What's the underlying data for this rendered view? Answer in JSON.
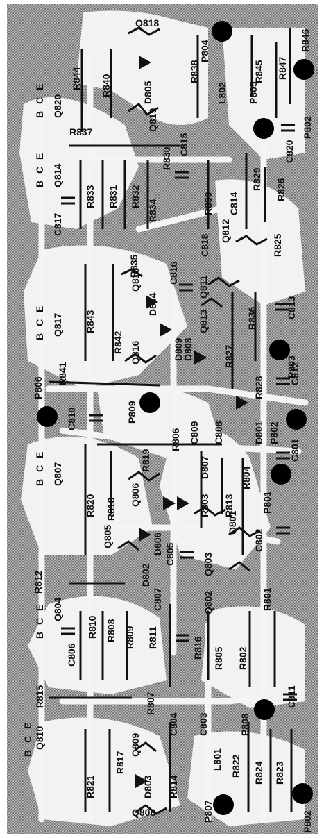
{
  "colors": {
    "board": "#a9a9a9",
    "copper": "#f2f2f2",
    "ink": "#111111"
  },
  "pads": [
    "P804",
    "P805",
    "P802",
    "P803",
    "P801",
    "P806",
    "P809",
    "P808",
    "P807"
  ],
  "resistors": [
    "R846",
    "R845",
    "R847",
    "R844",
    "R840",
    "R838",
    "R837",
    "R830",
    "R829",
    "R826",
    "R839",
    "R833",
    "R831",
    "R832",
    "R834",
    "R835",
    "R825",
    "R843",
    "R842",
    "R836",
    "R827",
    "R841",
    "R828",
    "R819",
    "R806",
    "R803",
    "R813",
    "R804",
    "R820",
    "R818",
    "R812",
    "R810",
    "R808",
    "R809",
    "R811",
    "R816",
    "R805",
    "R802",
    "R801",
    "R815",
    "R807",
    "R821",
    "R817",
    "R814",
    "R822",
    "R824",
    "R823"
  ],
  "capacitors": [
    "C820",
    "C815",
    "C814",
    "C817",
    "C818",
    "C816",
    "C813",
    "C810",
    "C809",
    "C812",
    "C808",
    "C801",
    "C805",
    "C807",
    "C802",
    "C806",
    "C804",
    "C803",
    "C811"
  ],
  "transistors": [
    "Q818",
    "Q820",
    "Q819",
    "Q814",
    "Q812",
    "Q815",
    "Q811",
    "Q817",
    "Q813",
    "Q816",
    "Q807",
    "Q806",
    "Q805",
    "Q801",
    "Q803",
    "Q804",
    "Q802",
    "Q810",
    "Q809",
    "Q808"
  ],
  "diodes": [
    "D805",
    "D804",
    "D809",
    "D808",
    "D801",
    "D807",
    "D806",
    "D802",
    "D803"
  ],
  "inductors": [
    "L802",
    "L801"
  ],
  "pin_labels": [
    "B",
    "C",
    "E",
    "B",
    "C",
    "E",
    "B",
    "C",
    "E",
    "B",
    "C",
    "E",
    "B",
    "C",
    "E",
    "B",
    "C",
    "E"
  ]
}
